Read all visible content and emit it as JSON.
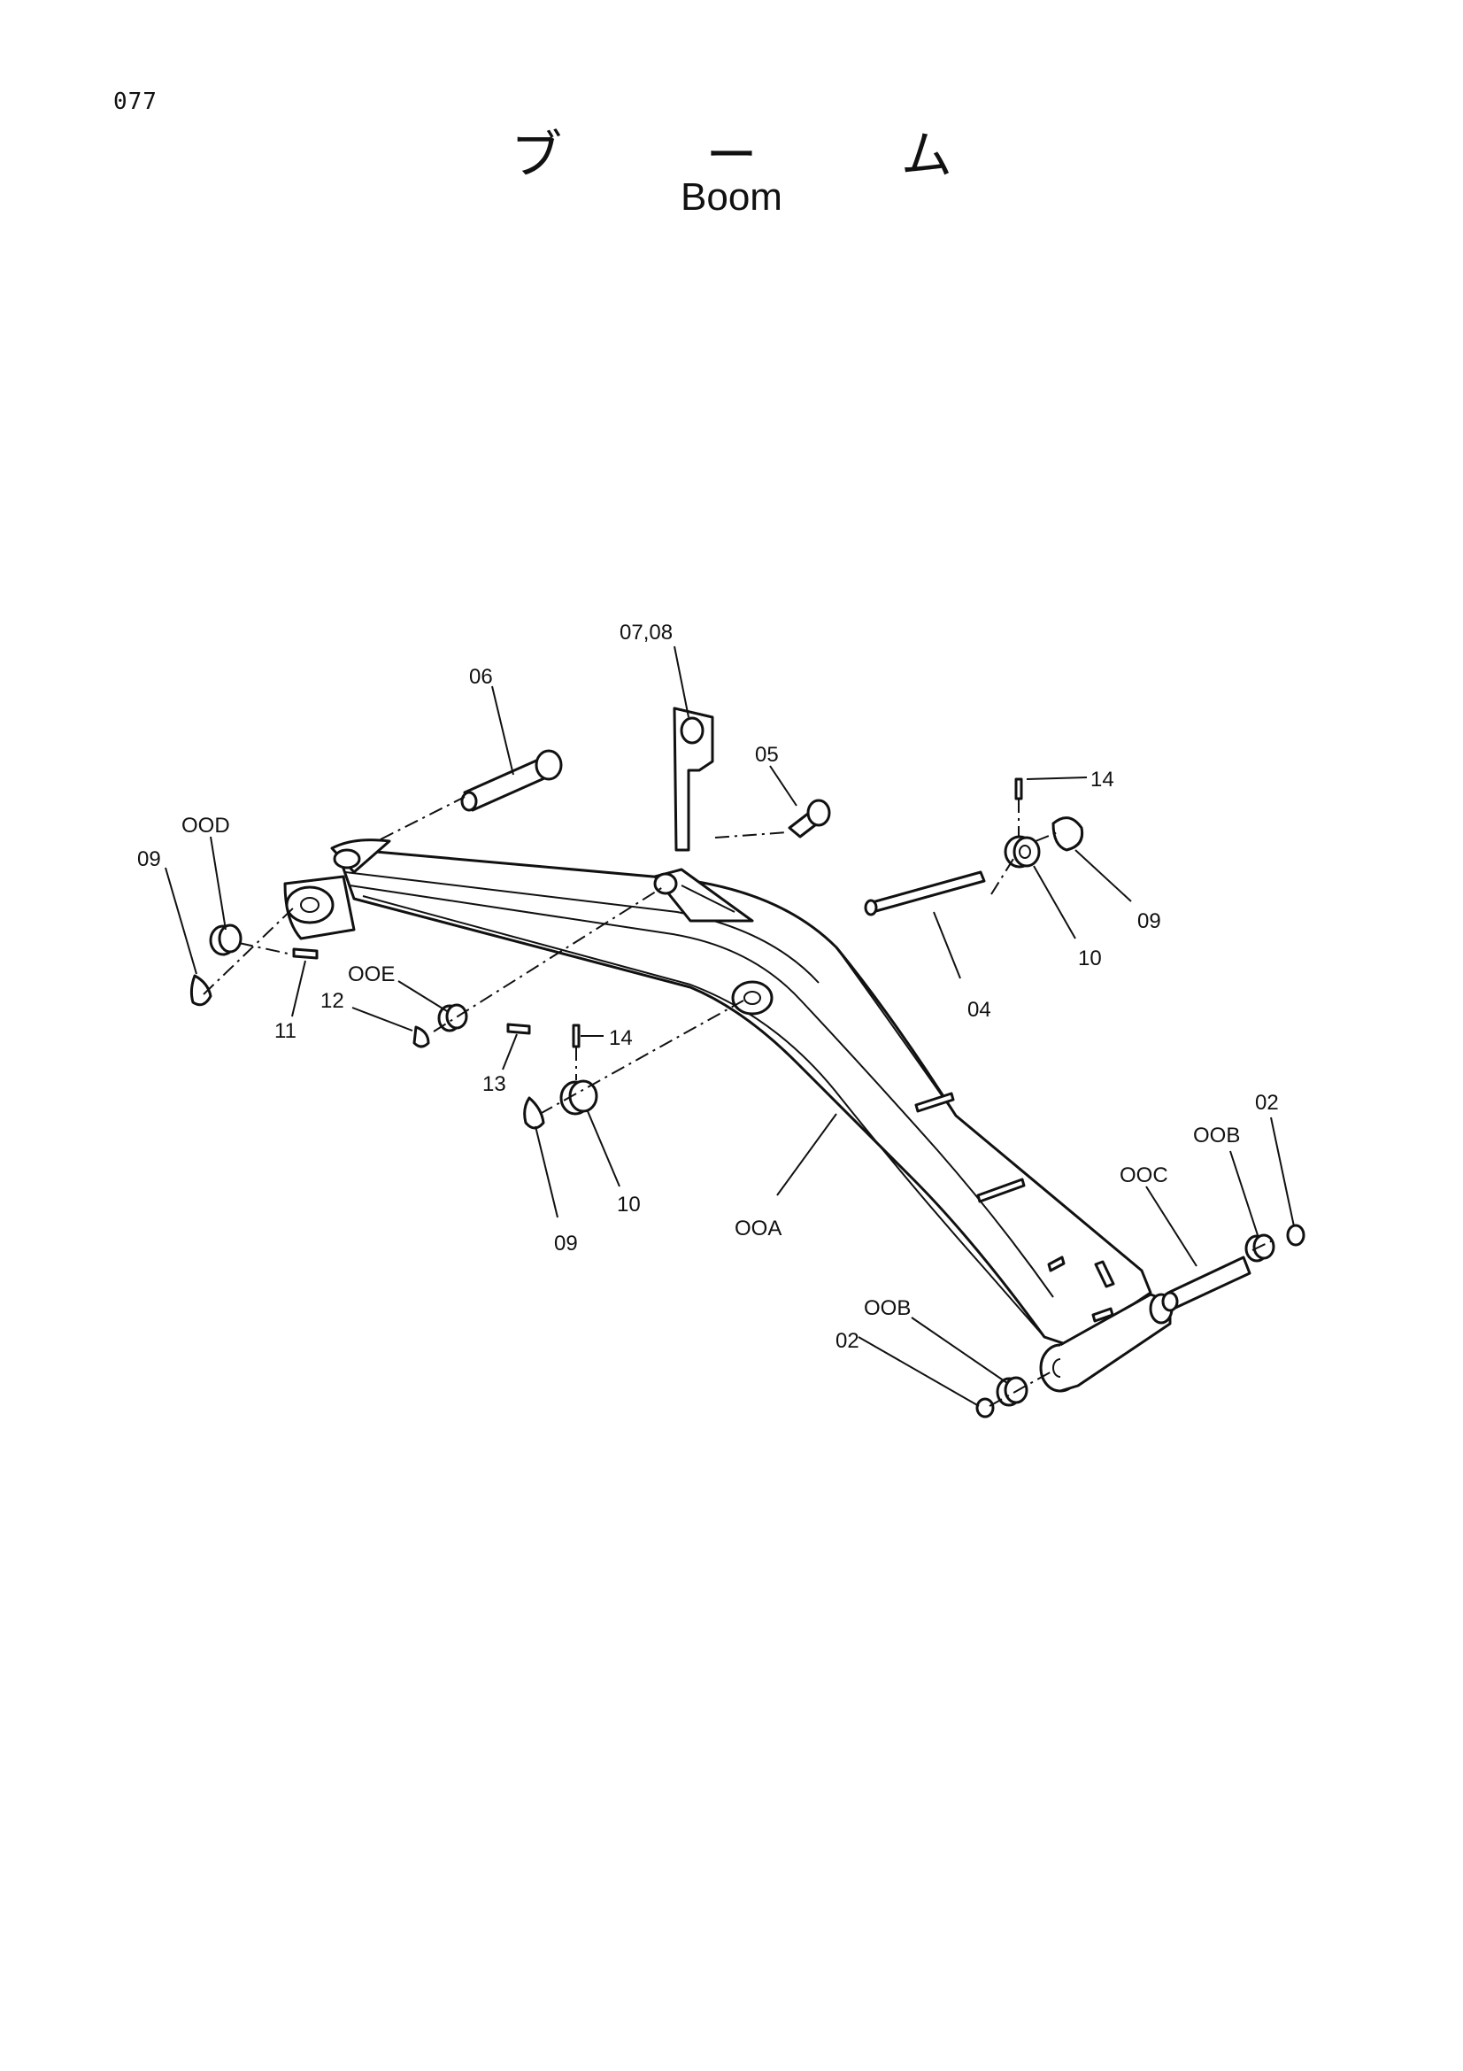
{
  "page_number": "077",
  "title_jp": "ブ ー ム",
  "title_en": "Boom",
  "callouts": {
    "c0708": "07,08",
    "c06": "06",
    "c05": "05",
    "c14a": "14",
    "c00D": "OOD",
    "c09a": "09",
    "c09b": "09",
    "c10a": "10",
    "c04": "04",
    "c11": "11",
    "c12": "12",
    "c00E": "OOE",
    "c13": "13",
    "c14b": "14",
    "c10b": "10",
    "c09c": "09",
    "c00A": "OOA",
    "c02a": "02",
    "c00Ba": "OOB",
    "c00C": "OOC",
    "c00Bb": "OOB",
    "c02b": "02"
  }
}
